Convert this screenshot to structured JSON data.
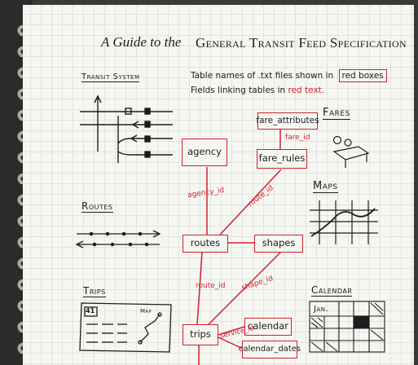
{
  "title": {
    "prefix": "A Guide to the",
    "name": "General Transit Feed Specification"
  },
  "legend": {
    "line1_prefix": "Table names of .txt files shown in",
    "line1_boxed": "red boxes",
    "line2_prefix": "Fields linking tables in",
    "line2_red": "red text."
  },
  "sections": {
    "transit_system": "Transit System",
    "fares": "Fares",
    "maps": "Maps",
    "routes": "Routes",
    "trips": "Trips",
    "calendar": "Calendar",
    "calendar_month": "Jan.",
    "trips_sketch_title": "Map",
    "trips_sketch_number": "41"
  },
  "tables": {
    "fare_attributes": "fare_attributes",
    "fare_rules": "fare_rules",
    "agency": "agency",
    "routes": "routes",
    "shapes": "shapes",
    "trips": "trips",
    "calendar": "calendar",
    "calendar_dates": "calendar_dates"
  },
  "fields": {
    "fare_id": "fare_id",
    "agency_id": "agency_id",
    "route_id_fare": "route_id",
    "route_id_trips": "route_id",
    "shape_id": "shape_id",
    "service_id": "service_id"
  },
  "colors": {
    "ink": "#1c1c1c",
    "red": "#d3202e",
    "paper": "#f7f7f2",
    "grid": "#dfe3e2"
  }
}
